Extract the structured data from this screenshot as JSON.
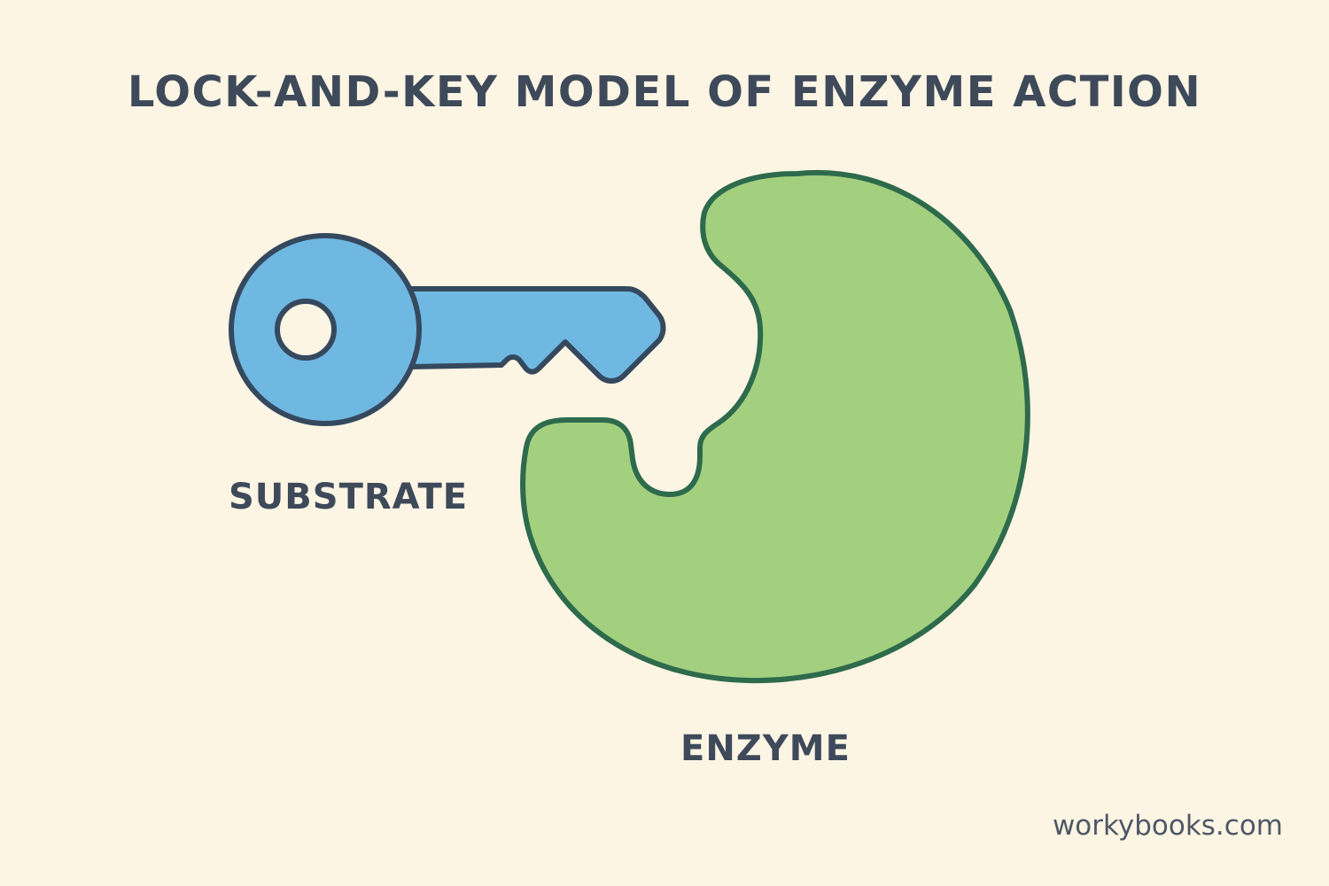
{
  "title": "LOCK-AND-KEY MODEL OF ENZYME ACTION",
  "labels": {
    "substrate": "SUBSTRATE",
    "enzyme": "ENZYME"
  },
  "watermark": "workybooks.com",
  "icons": {
    "substrate": "key-icon",
    "enzyme": "enzyme-blob-shape"
  },
  "colors": {
    "background": "#fdf5e4",
    "text": "#3e4a5a",
    "substrate_fill": "#6fb8e2",
    "substrate_outline": "#35495e",
    "enzyme_fill": "#a3d07f",
    "enzyme_outline": "#2e6a4c"
  }
}
